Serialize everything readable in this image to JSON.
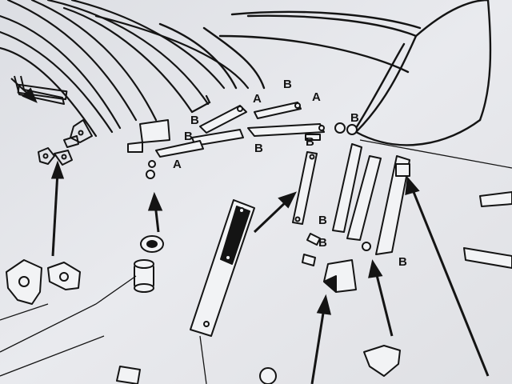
{
  "photo": {
    "subject": "photograph of a printed exploded parts diagram",
    "paper_color": "#e7e8ec",
    "ink_color": "#141414"
  },
  "callouts": {
    "a_top_left": "A",
    "b_top_center": "B",
    "a_top_right": "A",
    "b_upper_right": "B",
    "b_row_1": "B",
    "b_row_2": "B",
    "b_row_3": "B",
    "b_mid": "B",
    "b_right": "B",
    "a_lower": "A",
    "b_lower_left": "B",
    "b_lower_right": "B"
  }
}
